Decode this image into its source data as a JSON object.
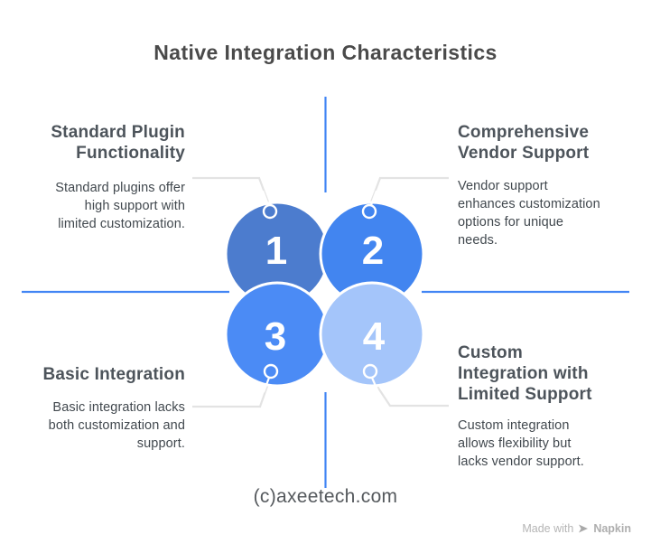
{
  "title": "Native Integration Characteristics",
  "diagram": {
    "circles": [
      {
        "number": "1",
        "color": "#4c7cce"
      },
      {
        "number": "2",
        "color": "#4285f0"
      },
      {
        "number": "3",
        "color": "#4b8bf5"
      },
      {
        "number": "4",
        "color": "#a4c5fa"
      }
    ],
    "axis_color": "#4285f4",
    "connector_color": "#e3e3e3",
    "stroke_color": "#ffffff",
    "number_color": "#ffffff"
  },
  "quadrants": {
    "top_left": {
      "heading": "Standard Plugin\nFunctionality",
      "body": "Standard plugins offer\nhigh support with\nlimited customization."
    },
    "top_right": {
      "heading": "Comprehensive\nVendor Support",
      "body": "Vendor support\nenhances customization\noptions for unique\nneeds."
    },
    "bottom_left": {
      "heading": "Basic Integration",
      "body": "Basic integration lacks\nboth customization and\nsupport."
    },
    "bottom_right": {
      "heading": "Custom\nIntegration with\nLimited Support",
      "body": "Custom integration\nallows flexibility but\nlacks vendor support."
    }
  },
  "watermark": "(c)axeetech.com",
  "badge": {
    "made_with": "Made with",
    "brand": "Napkin"
  }
}
